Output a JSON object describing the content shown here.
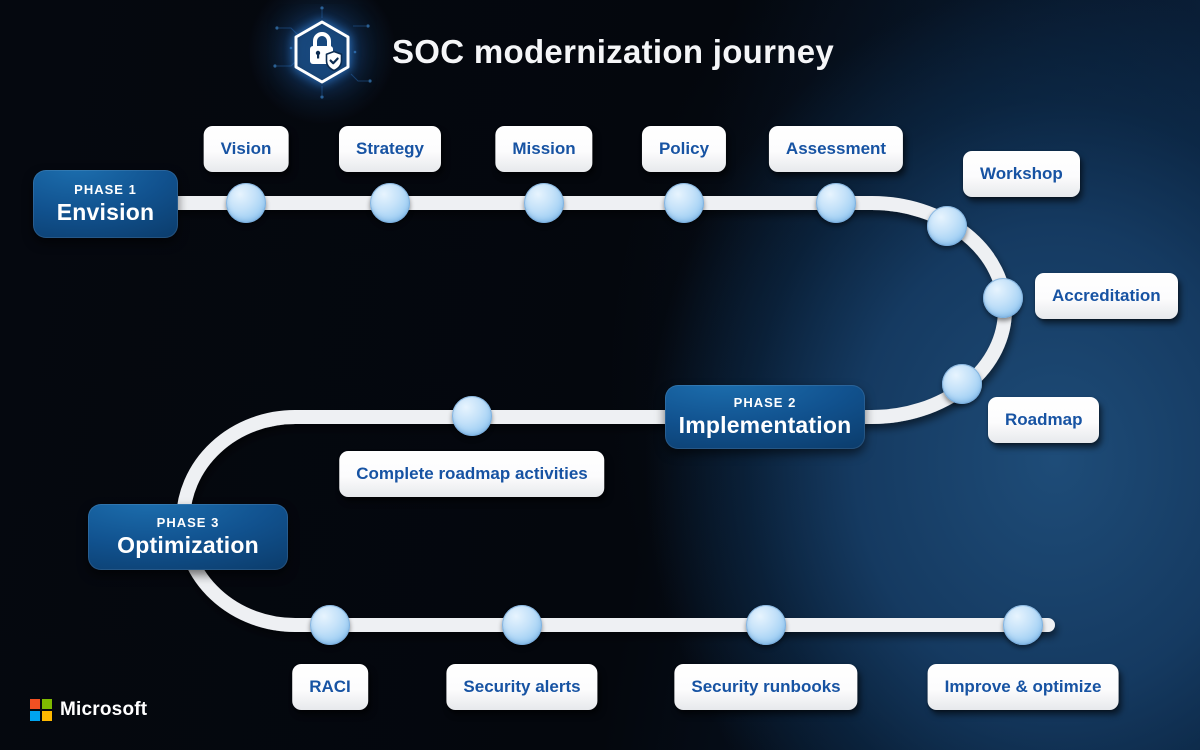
{
  "title": "SOC modernization journey",
  "badge": {
    "icon": "hexagon-lock-shield-icon"
  },
  "phases": [
    {
      "label": "PHASE 1",
      "name": "Envision"
    },
    {
      "label": "PHASE 2",
      "name": "Implementation"
    },
    {
      "label": "PHASE 3",
      "name": "Optimization"
    }
  ],
  "milestones": {
    "phase1": [
      "Vision",
      "Strategy",
      "Mission",
      "Policy",
      "Assessment",
      "Workshop",
      "Accreditation",
      "Roadmap"
    ],
    "phase2": [
      "Complete roadmap activities"
    ],
    "phase3": [
      "RACI",
      "Security alerts",
      "Security runbooks",
      "Improve & optimize"
    ]
  },
  "footer": {
    "brand": "Microsoft"
  },
  "colors": {
    "background_base": "#04070d",
    "background_glow": "#1e4c78",
    "phase_card_top": "#1d70b0",
    "phase_card_bottom": "#0a3763",
    "milestone_text": "#1753a3",
    "node_fill": "#9ccdf3",
    "road": "#eef0f3",
    "title_text": "#f5f6f8",
    "ms_red": "#f25022",
    "ms_green": "#7fba00",
    "ms_blue": "#00a4ef",
    "ms_yellow": "#ffb900"
  }
}
